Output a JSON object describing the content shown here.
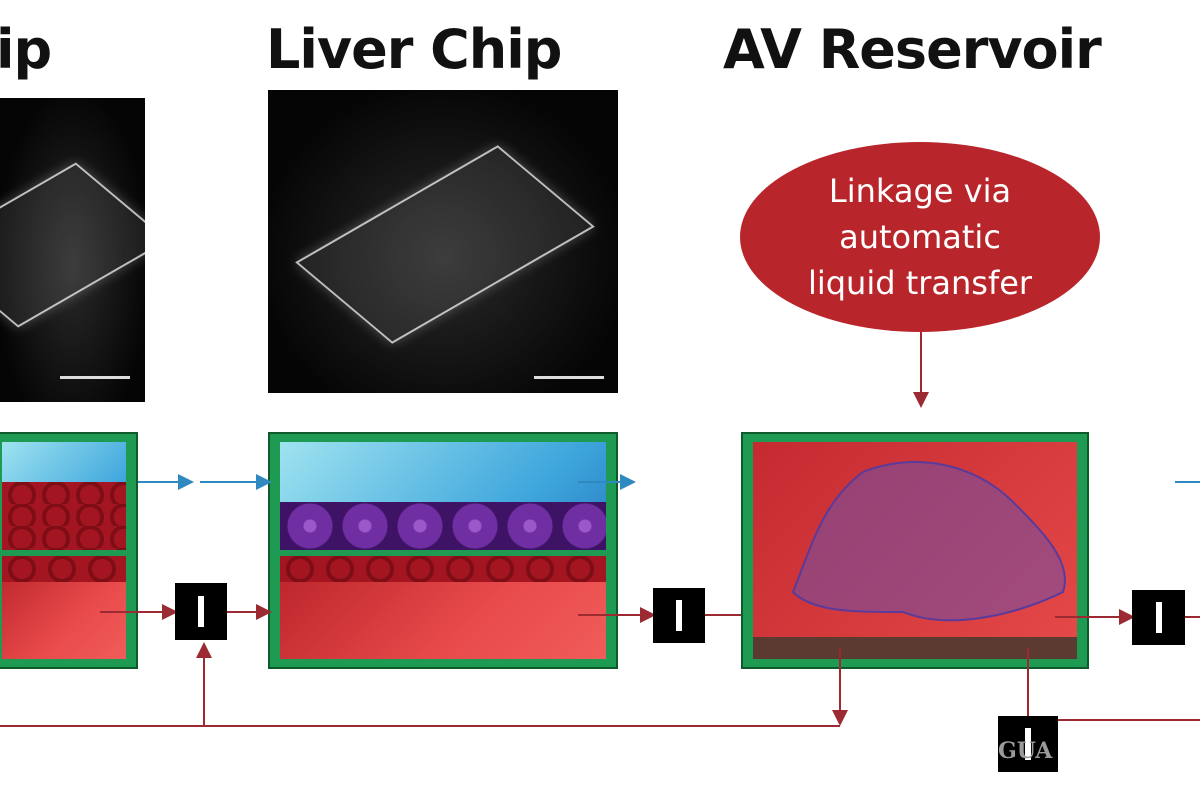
{
  "titles": {
    "left_chip_partial": "ip",
    "liver_chip": "Liver Chip",
    "av_reservoir": "AV Reservoir"
  },
  "callout": {
    "lines": [
      "Linkage via",
      "automatic",
      "liquid transfer"
    ]
  },
  "watermark": "GUA",
  "colors": {
    "chip_frame": "#1f9a52",
    "medium_blue": "#3ea6dc",
    "blood_red": "#e84a4a",
    "callout_fill": "#b8262b",
    "flow_line_red": "#9b2a32",
    "flow_line_blue": "#2f88bf",
    "valve": "#000000"
  }
}
